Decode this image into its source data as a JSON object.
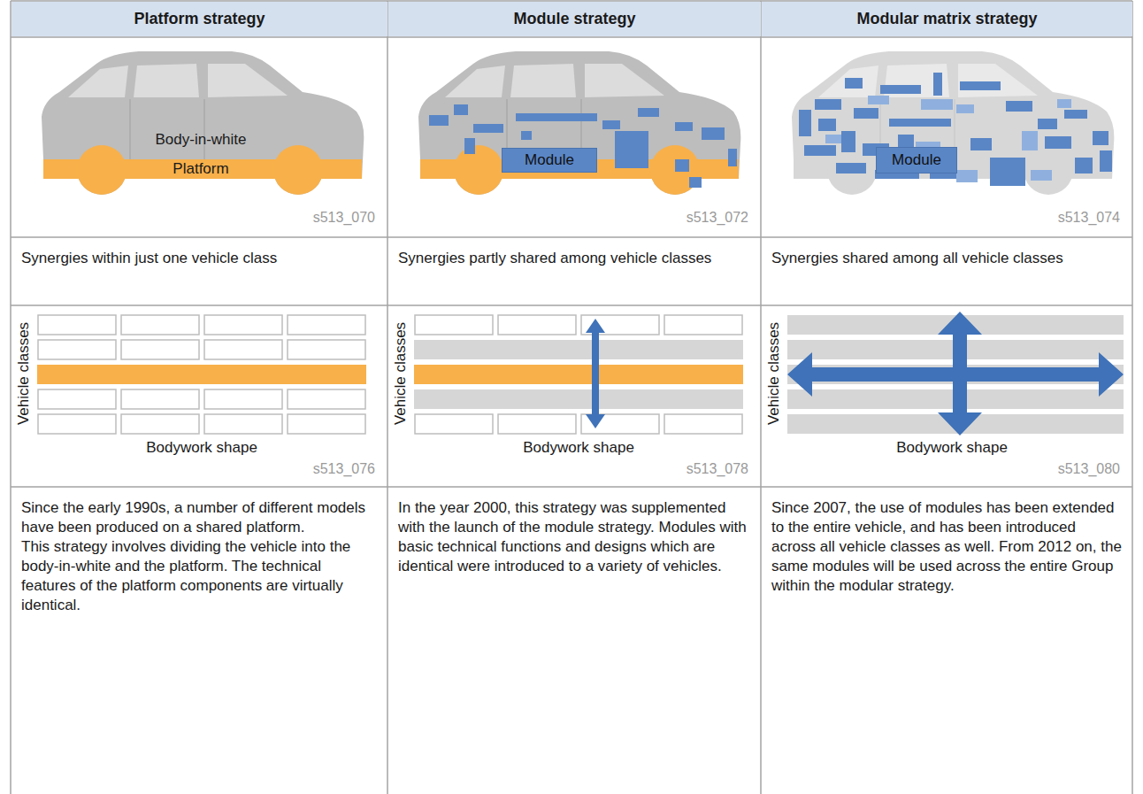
{
  "diagram": {
    "nodes": [
      {
        "text": [
          "Platform strategy"
        ]
      },
      {
        "text": [
          "Module strategy"
        ]
      },
      {
        "text": [
          "Modular matrix strategy"
        ]
      },
      {
        "text": [
          "Module"
        ]
      },
      {
        "text": [
          "Module"
        ]
      },
      {
        "text": [
          "Synergies within just one vehicle class"
        ]
      },
      {
        "text": [
          "Synergies partly shared among vehicle classes"
        ]
      },
      {
        "text": [
          "Synergies shared among all vehicle classes"
        ]
      },
      {
        "text": [
          "Since the early 1990s, a number of different models have been produced on a shared platform.",
          "This strategy involves dividing the vehicle into the body-in-white and the platform. The technical features of the platform components are virtually identical."
        ]
      },
      {
        "text": [
          "In the year 2000, this strategy was supplemented with the launch of the module strategy. Modules with basic technical functions and designs which are identical were introduced to a variety of vehicles."
        ]
      },
      {
        "text": [
          "Since 2007, the use of modules has been extended to the entire vehicle, and has been introduced across all vehicle classes as well. From 2012 on, the same modules will be used across the entire Group within the modular strategy."
        ]
      }
    ],
    "labels": [
      "Body-in-white",
      "Platform",
      "s513_070",
      "s513_072",
      "s513_074",
      "Vehicle classes",
      "Bodywork shape",
      "s513_076",
      "Vehicle classes",
      "Bodywork shape",
      "s513_078",
      "Vehicle classes",
      "Bodywork shape",
      "s513_080"
    ]
  }
}
